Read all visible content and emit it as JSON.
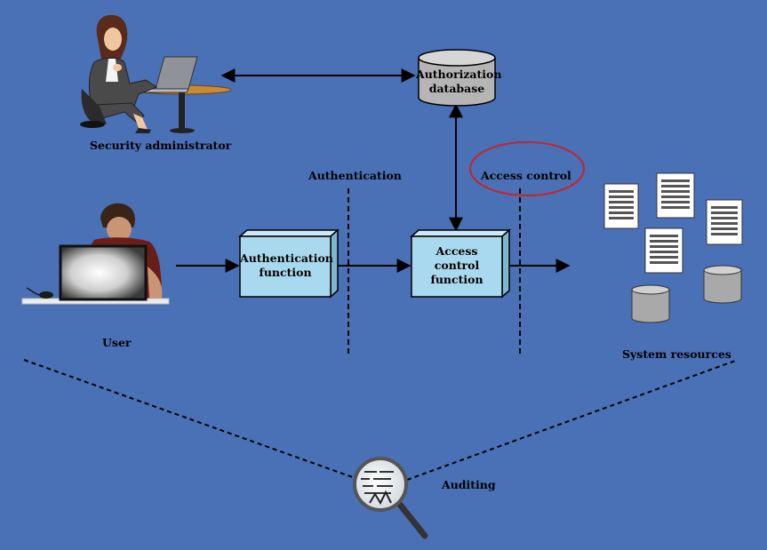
{
  "diagram": {
    "security_admin_label": "Security administrator",
    "user_label": "User",
    "authorization_db_label": [
      "Authorization",
      "database"
    ],
    "authentication_label": "Authentication",
    "access_control_label": "Access control",
    "authentication_function_label": [
      "Authentication",
      "function"
    ],
    "access_control_function_label": [
      "Access",
      "control",
      "function"
    ],
    "system_resources_label": "System resources",
    "auditing_label": "Auditing",
    "highlight_color": "#c0272d",
    "box_color": "#a9d9ee",
    "background_color": "#4a70b5"
  }
}
